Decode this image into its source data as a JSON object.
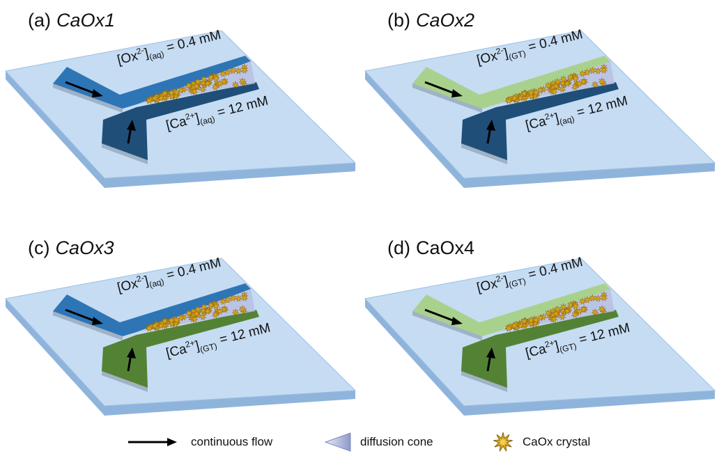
{
  "panels": [
    {
      "letter": "(a)",
      "name": "CaOx1",
      "italic": true,
      "ox": {
        "prefix": "[Ox",
        "sup": "2-",
        "close": "]",
        "sub": "(aq)",
        "value": "= 0.4 mM"
      },
      "ca": {
        "prefix": "[Ca",
        "sup": "2+",
        "close": "]",
        "sub": "(aq)",
        "value": "= 12 mM"
      },
      "ox_channel_color": "#2e75b6",
      "ca_channel_color": "#1f4e79"
    },
    {
      "letter": "(b)",
      "name": "CaOx2",
      "italic": true,
      "ox": {
        "prefix": "[Ox",
        "sup": "2-",
        "close": "]",
        "sub": "(GT)",
        "value": "= 0.4 mM"
      },
      "ca": {
        "prefix": "[Ca",
        "sup": "2+",
        "close": "]",
        "sub": "(aq)",
        "value": "= 12 mM"
      },
      "ox_channel_color": "#a9d18e",
      "ca_channel_color": "#1f4e79"
    },
    {
      "letter": "(c)",
      "name": "CaOx3",
      "italic": true,
      "ox": {
        "prefix": "[Ox",
        "sup": "2-",
        "close": "]",
        "sub": "(aq)",
        "value": "= 0.4 mM"
      },
      "ca": {
        "prefix": "[Ca",
        "sup": "2+",
        "close": "]",
        "sub": "(GT)",
        "value": "= 12 mM"
      },
      "ox_channel_color": "#2e75b6",
      "ca_channel_color": "#548235"
    },
    {
      "letter": "(d)",
      "name": "CaOx4",
      "italic": false,
      "ox": {
        "prefix": "[Ox",
        "sup": "2-",
        "close": "]",
        "sub": "(GT)",
        "value": "= 0.4 mM"
      },
      "ca": {
        "prefix": "[Ca",
        "sup": "2+",
        "close": "]",
        "sub": "(GT)",
        "value": "= 12 mM"
      },
      "ox_channel_color": "#a9d18e",
      "ca_channel_color": "#548235"
    }
  ],
  "colors": {
    "plate_top": "#c5dcf3",
    "plate_edge": "#8fb4dc",
    "crystal": "#d6a21a",
    "cone": "#b8bfe0"
  },
  "legend": {
    "flow": "continuous flow",
    "cone": "diffusion cone",
    "crystal": "CaOx crystal"
  }
}
